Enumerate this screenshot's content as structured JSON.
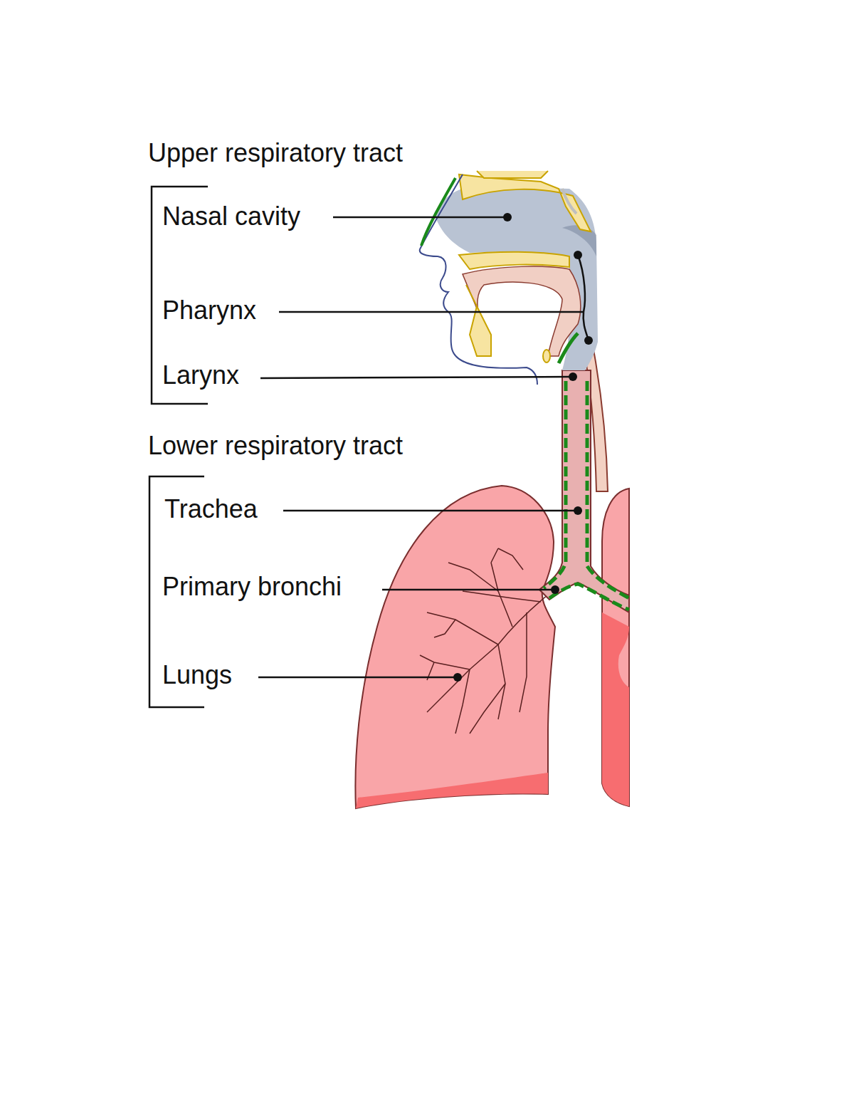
{
  "diagram": {
    "labels": [
      "Upper respiratory tract",
      "Nasal cavity",
      "Pharynx",
      "Larynx",
      "Lower respiratory tract",
      "Trachea",
      "Primary bronchi",
      "Lungs"
    ]
  }
}
